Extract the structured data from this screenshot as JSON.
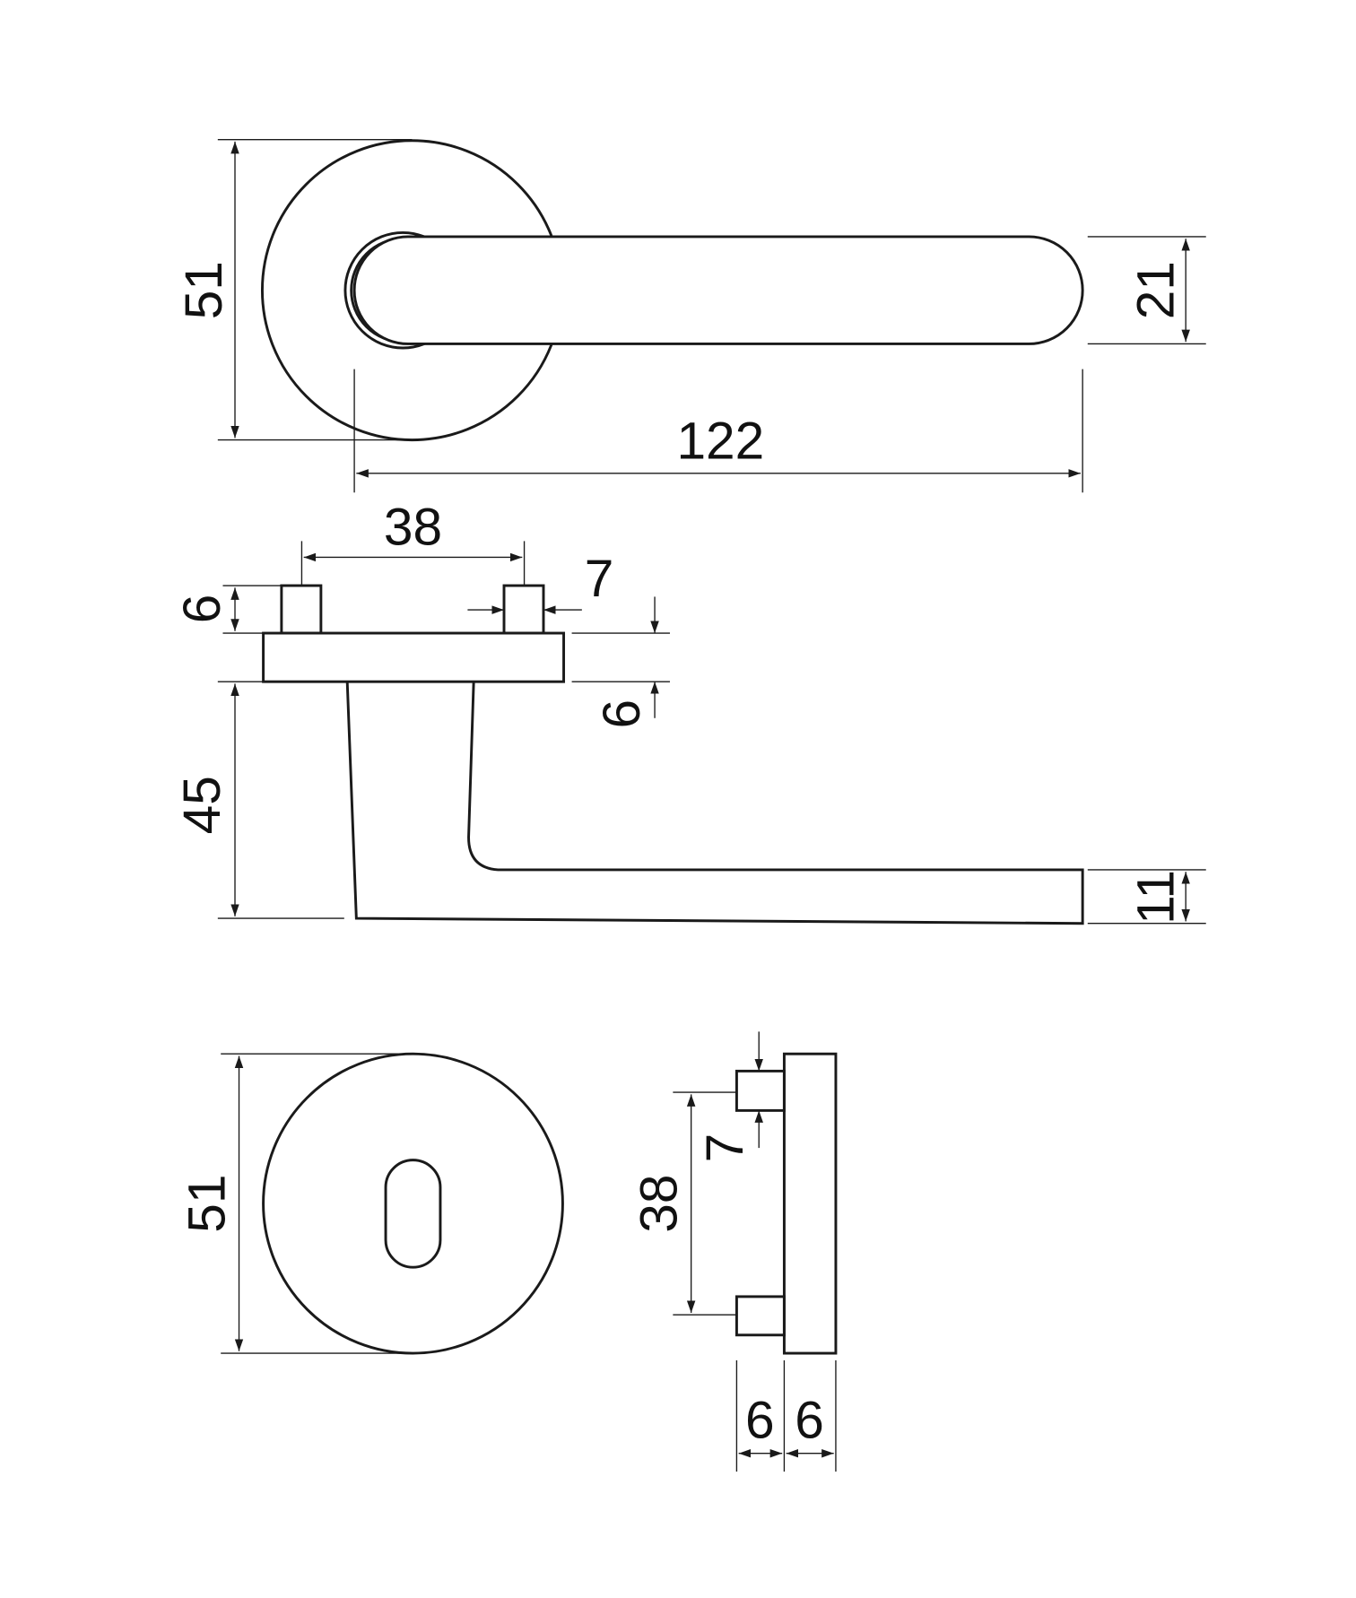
{
  "title": "Door lever handle with round rosette and keyhole escutcheon – dimension drawing",
  "top_view": {
    "rosette_diameter": "51",
    "lever_length": "122",
    "lever_width": "21"
  },
  "side_view": {
    "pin_spacing": "38",
    "pin_width": "7",
    "pin_height": "6",
    "plate_thickness": "6",
    "lever_drop": "45",
    "lever_end_height": "11"
  },
  "escutcheon_front": {
    "diameter": "51"
  },
  "escutcheon_side": {
    "pin_spacing": "38",
    "pin_width": "7",
    "pin_length": "6",
    "plate_thickness": "6"
  }
}
